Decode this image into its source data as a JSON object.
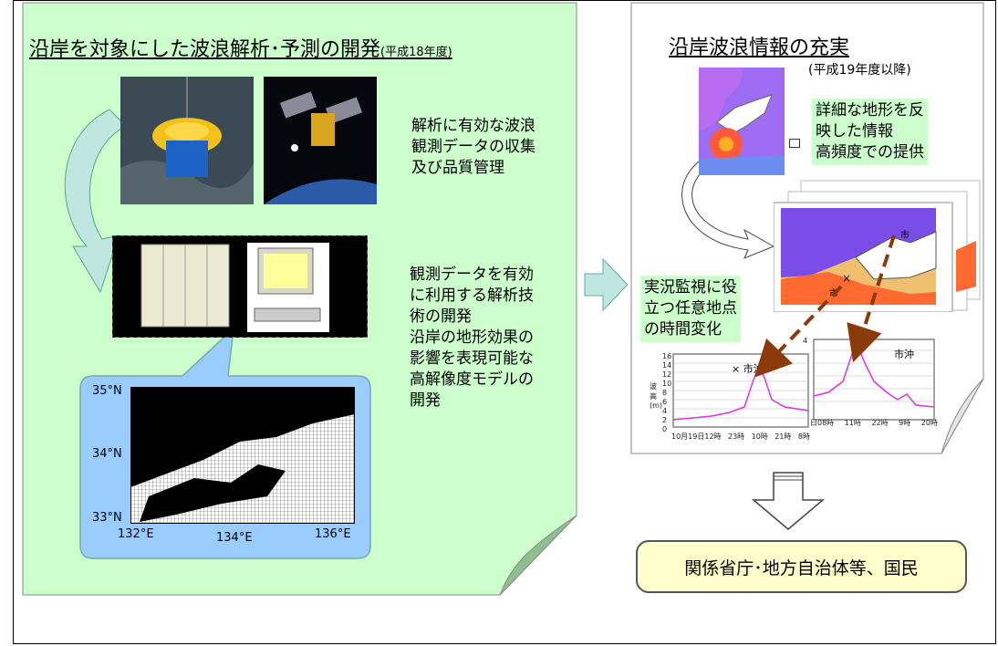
{
  "left_panel": {
    "title": "沿岸を対象にした波浪解析･予測の開発",
    "title_suffix": "(平成18年度)",
    "text_observation": [
      "解析に有効な波浪",
      "観測データの収集",
      "及び品質管理"
    ],
    "text_analysis": [
      "観測データを有効",
      "に利用する解析技",
      "術の開発",
      "沿岸の地形効果の",
      "影響を表現可能な",
      "高解像度モデルの",
      "開発"
    ],
    "map": {
      "lat_labels": [
        "35°N",
        "34°N",
        "33°N"
      ],
      "lon_labels": [
        "132°E",
        "134°E",
        "136°E"
      ]
    }
  },
  "right_panel": {
    "title": "沿岸波浪情報の充実",
    "subtitle": "(平成19年度以降)",
    "text_detail": [
      "詳細な地形を反",
      "映した情報",
      "高頻度での提供"
    ],
    "text_monitor": [
      "実況監視に役",
      "立つ任意地点",
      "の時間変化"
    ],
    "markers": {
      "top_label": "市",
      "cross_label": "市",
      "graph1_label": "市沖",
      "graph2_label": "市沖"
    },
    "graph1": {
      "yticks": [
        "16",
        "14",
        "12",
        "10",
        "8",
        "6",
        "4",
        "2",
        "0"
      ],
      "xticks": [
        "10月19日12時",
        "23時",
        "10時",
        "21時",
        "8時"
      ],
      "ylabel": "波高(m)"
    },
    "graph2": {
      "yticks": [
        "4"
      ],
      "xticks": [
        "日08時",
        "11時",
        "22時",
        "9時",
        "20時"
      ]
    }
  },
  "conclusion": "関係省庁･地方自治体等、国民",
  "colors": {
    "green_panel": "#ccffcc",
    "right_panel": "#ffffff",
    "arrow_fill": "#bfe6e0",
    "dashed_arrow": "#8b3a0a",
    "conclusion_fill": "#ffffcc",
    "map_bubble": "#99ccff",
    "graph_line": "#dd33dd"
  }
}
